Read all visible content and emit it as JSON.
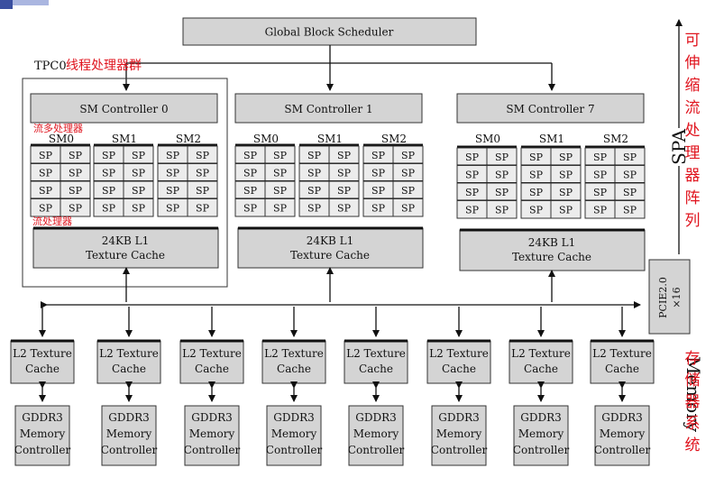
{
  "scheduler": "Global Block Scheduler",
  "tpc_label": "TPC0",
  "tpc_annotation": "线程处理器群",
  "sm_controllers": [
    "SM Controller 0",
    "SM Controller 1",
    "SM Controller 7"
  ],
  "sm_labels": [
    "SM0",
    "SM1",
    "SM2"
  ],
  "sp_label": "SP",
  "sm_annotation": "流多处理器",
  "sp_annotation": "流处理器",
  "l1_line1": "24KB L1",
  "l1_line2": "Texture Cache",
  "pcie_line1": "PCIE2.0",
  "pcie_line2": "×16",
  "spa_label": "SPA",
  "spa_annotation": "可伸缩流处理器阵列",
  "l2_line1": "L2 Texture",
  "l2_line2": "Cache",
  "mem_line1": "GDDR3",
  "mem_line2": "Memory",
  "mem_line3": "Controller",
  "memory_label": "Memory",
  "memory_annotation": "存储器系统",
  "colors": {
    "box_fill": "#d4d4d4",
    "annotation_red": "#e0141e",
    "line": "#111111"
  }
}
